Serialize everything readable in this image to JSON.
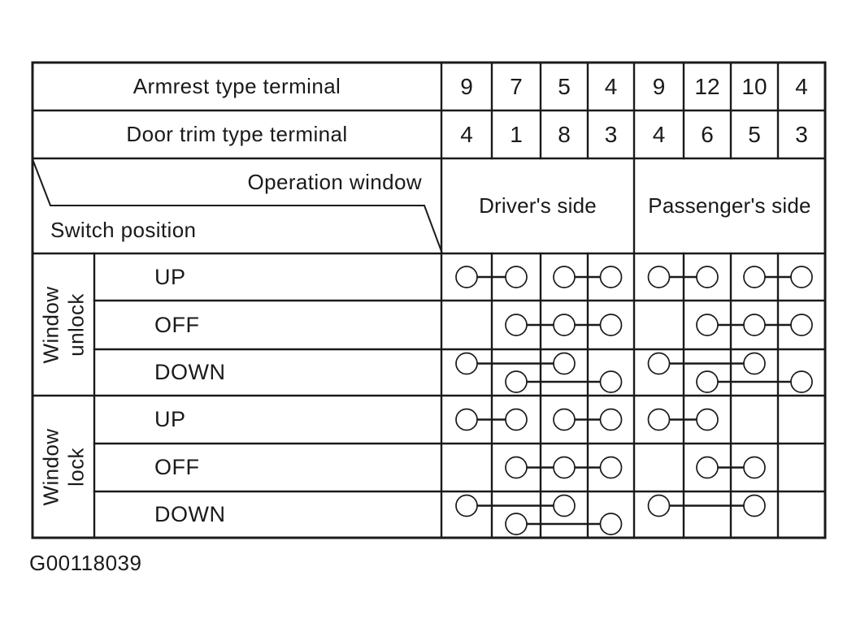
{
  "figure_code": "G00118039",
  "colors": {
    "ink": "#1a1a1a",
    "paper": "#ffffff"
  },
  "terminal_rows": [
    {
      "label": "Armrest type terminal",
      "values": [
        "9",
        "7",
        "5",
        "4",
        "9",
        "12",
        "10",
        "4"
      ]
    },
    {
      "label": "Door trim type terminal",
      "values": [
        "4",
        "1",
        "8",
        "3",
        "4",
        "6",
        "5",
        "3"
      ]
    }
  ],
  "corner": {
    "top": "Operation window",
    "bottom": "Switch position"
  },
  "sides": [
    {
      "label": "Driver's side"
    },
    {
      "label": "Passenger's side"
    }
  ],
  "row_groups": [
    {
      "label_lines": [
        "Window",
        "unlock"
      ],
      "rows": [
        {
          "position": "UP",
          "connections": [
            {
              "cols": [
                1,
                2
              ],
              "band": "center"
            },
            {
              "cols": [
                3,
                4
              ],
              "band": "center"
            },
            {
              "cols": [
                5,
                6
              ],
              "band": "center"
            },
            {
              "cols": [
                7,
                8
              ],
              "band": "center"
            }
          ]
        },
        {
          "position": "OFF",
          "connections": [
            {
              "cols": [
                2,
                3,
                4
              ],
              "band": "center"
            },
            {
              "cols": [
                6,
                7,
                8
              ],
              "band": "center"
            }
          ]
        },
        {
          "position": "DOWN",
          "connections": [
            {
              "cols": [
                1,
                3
              ],
              "band": "upper"
            },
            {
              "cols": [
                2,
                4
              ],
              "band": "lower"
            },
            {
              "cols": [
                5,
                7
              ],
              "band": "upper"
            },
            {
              "cols": [
                6,
                8
              ],
              "band": "lower"
            }
          ]
        }
      ]
    },
    {
      "label_lines": [
        "Window",
        "lock"
      ],
      "rows": [
        {
          "position": "UP",
          "connections": [
            {
              "cols": [
                1,
                2
              ],
              "band": "center"
            },
            {
              "cols": [
                3,
                4
              ],
              "band": "center"
            },
            {
              "cols": [
                5,
                6
              ],
              "band": "center"
            }
          ]
        },
        {
          "position": "OFF",
          "connections": [
            {
              "cols": [
                2,
                3,
                4
              ],
              "band": "center"
            },
            {
              "cols": [
                6,
                7
              ],
              "band": "center"
            }
          ]
        },
        {
          "position": "DOWN",
          "connections": [
            {
              "cols": [
                1,
                3
              ],
              "band": "upper"
            },
            {
              "cols": [
                2,
                4
              ],
              "band": "lower"
            },
            {
              "cols": [
                5,
                7
              ],
              "band": "upper"
            }
          ]
        }
      ]
    }
  ]
}
